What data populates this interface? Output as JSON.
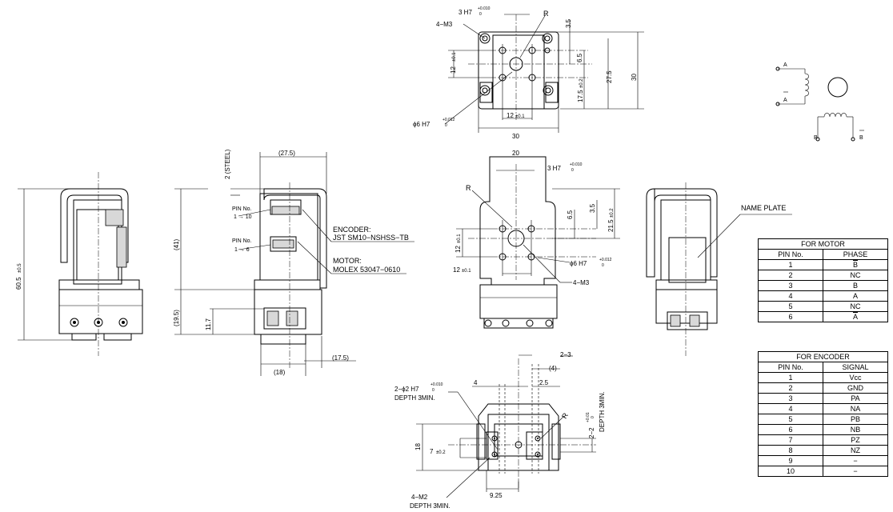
{
  "top_view": {
    "dim_3h7": "3 H7",
    "tol_3h7_up": "+0.010",
    "tol_3h7_lo": "0",
    "label_r": "R",
    "label_4m3": "4−M3",
    "dim_3_5": "3.5",
    "dim_6_5": "6.5",
    "dim_12": "12",
    "tol_12": "±0.1",
    "dim_17_5": "17.5",
    "tol_17_5": "±0.2",
    "dim_27_5": "27.5",
    "dim_30v": "30",
    "dim_12h": "12",
    "tol_12h": "±0.1",
    "dim_30h": "30",
    "dim_phi6": "ϕ6 H7",
    "tol_phi6_up": "+0.012",
    "tol_phi6_lo": "0"
  },
  "left_view": {
    "dim_60_5": "60.5",
    "tol_60_5": "±0.5"
  },
  "section_view": {
    "dim_27_5": "(27.5)",
    "dim_2_steel": "2 (STEEL)",
    "dim_41": "(41)",
    "dim_19_5": "(19.5)",
    "dim_11_7": "11.7",
    "dim_18": "(18)",
    "dim_17_5": "(17.5)",
    "pin_no_1": "PIN No.",
    "pin_range_1": "1 → 10",
    "pin_no_2": "PIN No.",
    "pin_range_2": "1 → 6",
    "encoder_label": "ENCODER:",
    "encoder_part": "JST SM10−NSHSS−TB",
    "motor_label": "MOTOR:",
    "motor_part": "MOLEX 53047−0610"
  },
  "front_view": {
    "dim_20": "20",
    "dim_3h7": "3 H7",
    "tol_3h7_up": "+0.010",
    "tol_3h7_lo": "0",
    "label_r": "R",
    "dim_3_5": "3.5",
    "dim_6_5": "6.5",
    "dim_21_5": "21.5",
    "tol_21_5": "±0.2",
    "dim_12v": "12",
    "tol_12v": "±0.1",
    "dim_12h": "12",
    "tol_12h": "±0.1",
    "dim_phi6": "ϕ6 H7",
    "tol_phi6_up": "+0.012",
    "tol_phi6_lo": "0",
    "label_4m3": "4−M3"
  },
  "right_view": {
    "name_plate": "NAME PLATE"
  },
  "bottom_view": {
    "dim_2_3": "2−3",
    "dim_4p": "(4)",
    "dim_4": "4",
    "dim_2_5": "2.5",
    "label_2phi2": "2−ϕ2 H7",
    "tol_2phi2_up": "+0.010",
    "tol_2phi2_lo": "0",
    "depth_1": "DEPTH 3MIN.",
    "dim_18": "18",
    "dim_7": "7",
    "tol_7": "±0.2",
    "label_r": "R",
    "label_2_2": "2−2",
    "tol_2_2_up": "+0.01",
    "tol_2_2_lo": "0",
    "depth_side": "DEPTH 3MIN.",
    "label_4m2": "4−M2",
    "depth_2": "DEPTH 3MIN.",
    "dim_9_25": "9.25"
  },
  "schematic": {
    "label_a": "A",
    "label_abar": "A",
    "label_b": "B",
    "label_bbar": "B"
  },
  "motor_table": {
    "title": "FOR MOTOR",
    "headers": [
      "PIN No.",
      "PHASE"
    ],
    "rows": [
      {
        "pin": "1",
        "val": "B"
      },
      {
        "pin": "2",
        "val": "NC"
      },
      {
        "pin": "3",
        "val": "B"
      },
      {
        "pin": "4",
        "val": "A"
      },
      {
        "pin": "5",
        "val": "NC"
      },
      {
        "pin": "6",
        "val": "A"
      }
    ]
  },
  "encoder_table": {
    "title": "FOR ENCODER",
    "headers": [
      "PIN No.",
      "SIGNAL"
    ],
    "rows": [
      {
        "pin": "1",
        "val": "Vcc"
      },
      {
        "pin": "2",
        "val": "GND"
      },
      {
        "pin": "3",
        "val": "PA"
      },
      {
        "pin": "4",
        "val": "NA"
      },
      {
        "pin": "5",
        "val": "PB"
      },
      {
        "pin": "6",
        "val": "NB"
      },
      {
        "pin": "7",
        "val": "PZ"
      },
      {
        "pin": "8",
        "val": "NZ"
      },
      {
        "pin": "9",
        "val": "−"
      },
      {
        "pin": "10",
        "val": "−"
      }
    ]
  }
}
